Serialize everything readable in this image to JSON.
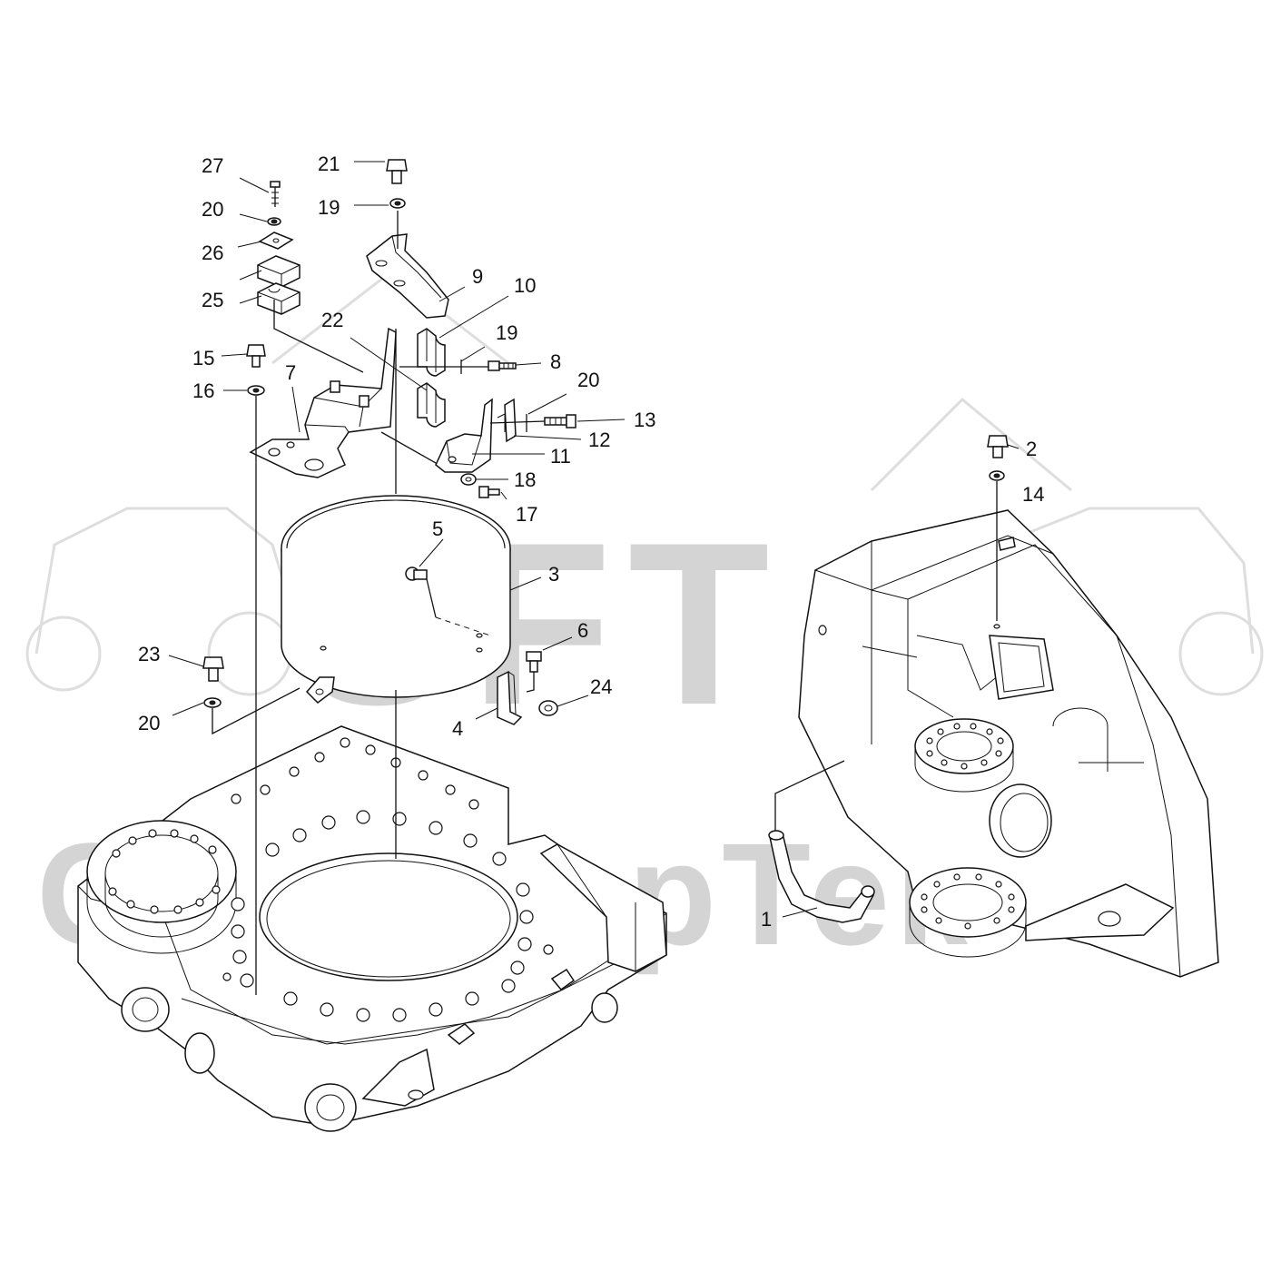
{
  "watermark": {
    "brand_top": "SFT",
    "brand_bottom": "СканФорТек"
  },
  "callouts": [
    {
      "id": "c27",
      "text": "27"
    },
    {
      "id": "c20a",
      "text": "20"
    },
    {
      "id": "c26",
      "text": "26"
    },
    {
      "id": "c25",
      "text": "25"
    },
    {
      "id": "c21",
      "text": "21"
    },
    {
      "id": "c19a",
      "text": "19"
    },
    {
      "id": "c9",
      "text": "9"
    },
    {
      "id": "c10",
      "text": "10"
    },
    {
      "id": "c22",
      "text": "22"
    },
    {
      "id": "c19b",
      "text": "19"
    },
    {
      "id": "c8",
      "text": "8"
    },
    {
      "id": "c15",
      "text": "15"
    },
    {
      "id": "c16",
      "text": "16"
    },
    {
      "id": "c7",
      "text": "7"
    },
    {
      "id": "c20b",
      "text": "20"
    },
    {
      "id": "c13",
      "text": "13"
    },
    {
      "id": "c12",
      "text": "12"
    },
    {
      "id": "c11",
      "text": "11"
    },
    {
      "id": "c18",
      "text": "18"
    },
    {
      "id": "c17",
      "text": "17"
    },
    {
      "id": "c5",
      "text": "5"
    },
    {
      "id": "c3",
      "text": "3"
    },
    {
      "id": "c6",
      "text": "6"
    },
    {
      "id": "c23",
      "text": "23"
    },
    {
      "id": "c24",
      "text": "24"
    },
    {
      "id": "c20c",
      "text": "20"
    },
    {
      "id": "c4",
      "text": "4"
    },
    {
      "id": "c2",
      "text": "2"
    },
    {
      "id": "c14",
      "text": "14"
    },
    {
      "id": "c1",
      "text": "1"
    }
  ]
}
